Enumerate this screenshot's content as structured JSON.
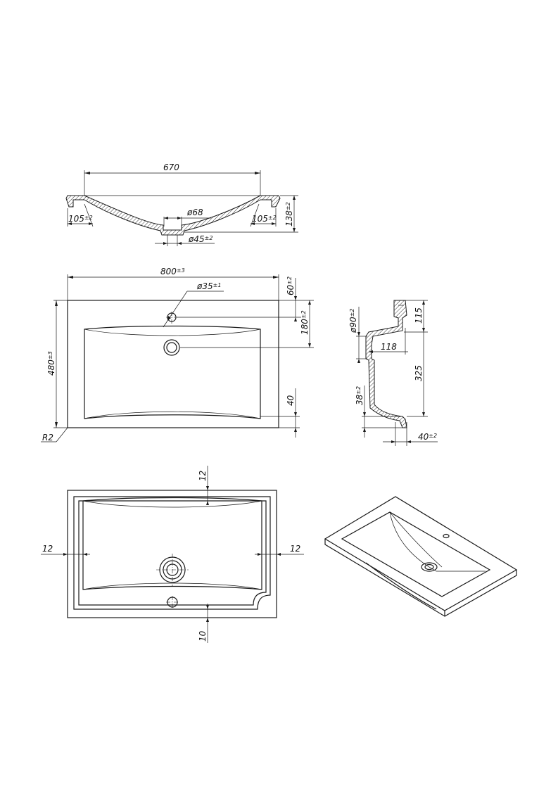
{
  "top_section": {
    "width_label": "670",
    "drain_label": "ø68",
    "drain_outlet_label": "ø45",
    "drain_outlet_tol": "±2",
    "left_rim_label": "105",
    "left_rim_tol": "±2",
    "right_rim_label": "105",
    "right_rim_tol": "±2",
    "height_label": "138",
    "height_tol": "±2"
  },
  "plan_view": {
    "overall_width_label": "800",
    "overall_width_tol": "±3",
    "tap_hole_label": "ø35",
    "tap_hole_tol": "±1",
    "tap_offset_label": "60",
    "tap_offset_tol": "±2",
    "drain_offset_label": "180",
    "drain_offset_tol": "±2",
    "overall_depth_label": "480",
    "overall_depth_tol": "±3",
    "front_rim_label": "40",
    "radius_label": "R2"
  },
  "side_section": {
    "drain_diameter_label": "ø90",
    "drain_diameter_tol": "±2",
    "drain_depth_label": "118",
    "top_label": "115",
    "bowl_depth_label": "325",
    "bottom_height_label": "38",
    "bottom_height_tol": "±2",
    "edge_label": "40",
    "edge_tol": "±2"
  },
  "bottom_view": {
    "top_gap_label": "12",
    "left_gap_label": "12",
    "right_gap_label": "12",
    "bottom_gap_label": "10"
  }
}
